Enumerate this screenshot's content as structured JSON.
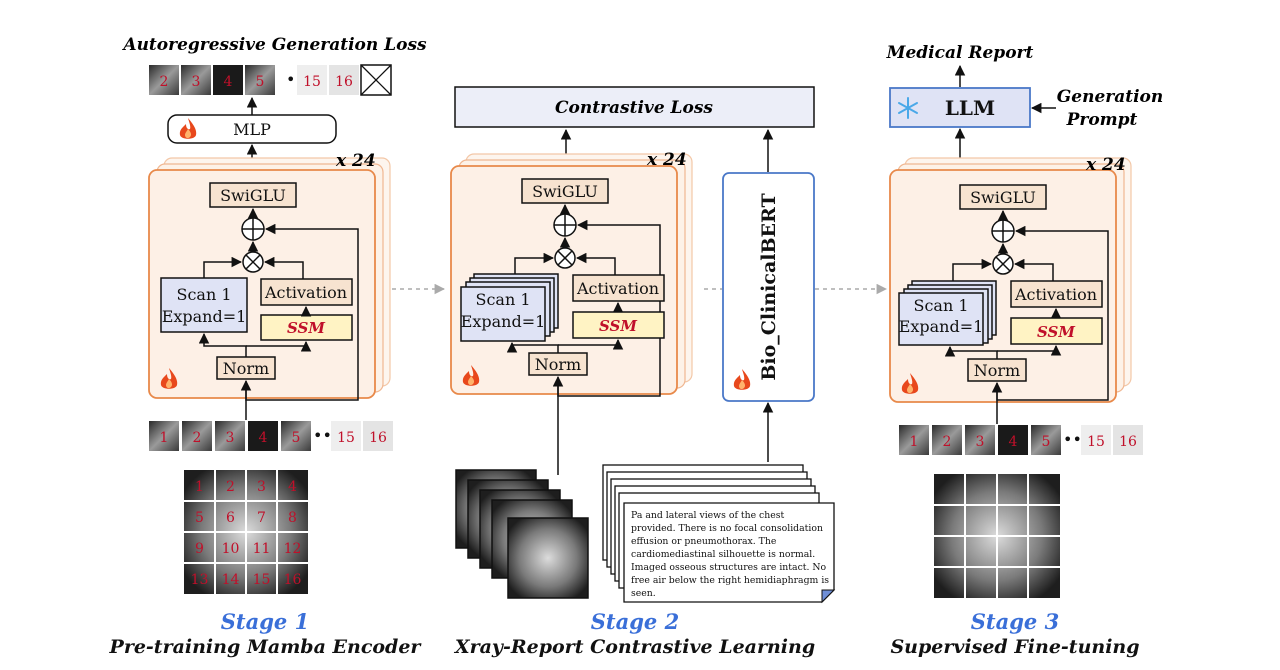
{
  "stage1": {
    "loss_title": "Autoregressive Generation Loss",
    "mlp_label": "MLP",
    "repeat_label": "x 24",
    "swiglu_label": "SwiGLU",
    "scan_line1": "Scan 1",
    "scan_line2": "Expand=1",
    "activation_label": "Activation",
    "ssm_label": "SSM",
    "norm_label": "Norm",
    "output_tokens": [
      "2",
      "3",
      "4",
      "5",
      "15",
      "16"
    ],
    "ellipsis": "•••",
    "input_tokens": [
      "1",
      "2",
      "3",
      "4",
      "5",
      "15",
      "16"
    ],
    "grid_numbers": [
      "1",
      "2",
      "3",
      "4",
      "5",
      "6",
      "7",
      "8",
      "9",
      "10",
      "11",
      "12",
      "13",
      "14",
      "15",
      "16"
    ],
    "title": "Stage 1",
    "subtitle": "Pre-training Mamba Encoder"
  },
  "stage2": {
    "loss_title": "Contrastive Loss",
    "repeat_label": "x 24",
    "swiglu_label": "SwiGLU",
    "scan_line1": "Scan 1",
    "scan_line2": "Expand=1",
    "activation_label": "Activation",
    "ssm_label": "SSM",
    "norm_label": "Norm",
    "text_encoder": "Bio_ClinicalBERT",
    "report_lines": [
      "Pa and lateral views of the chest",
      "provided. There is no focal consolidation",
      "effusion or pneumothorax. The",
      "cardiomediastinal silhouette is normal.",
      "Imaged osseous structures are intact. No",
      "free air below the right hemidiaphragm is",
      "seen."
    ],
    "title": "Stage 2",
    "subtitle": "Xray-Report Contrastive Learning"
  },
  "stage3": {
    "output_title": "Medical Report",
    "llm_label": "LLM",
    "prompt_line1": "Generation",
    "prompt_line2": "Prompt",
    "repeat_label": "x 24",
    "swiglu_label": "SwiGLU",
    "scan_line1": "Scan 1",
    "scan_line2": "Expand=1",
    "activation_label": "Activation",
    "ssm_label": "SSM",
    "norm_label": "Norm",
    "input_tokens": [
      "1",
      "2",
      "3",
      "4",
      "5",
      "15",
      "16"
    ],
    "ellipsis": "•••",
    "title": "Stage 3",
    "subtitle": "Supervised Fine-tuning"
  },
  "colors": {
    "block_border": "#e8894a",
    "block_fill": "#fdf0e6",
    "box_fill": "#f7e3d0",
    "scan_fill": "#dfe3f5",
    "ssm_fill": "#fff3c4",
    "bert_border": "#4a78c8",
    "loss_fill": "#eceef8",
    "llm_fill": "#dfe3f5",
    "stage_blue": "#3a6fd8",
    "token_red": "#c0102a",
    "flame": "#e8481c",
    "snowflake": "#4aa8e8"
  },
  "icons": [
    "flame-icon",
    "snowflake-icon",
    "crossed-box-icon",
    "ellipsis-icon"
  ]
}
